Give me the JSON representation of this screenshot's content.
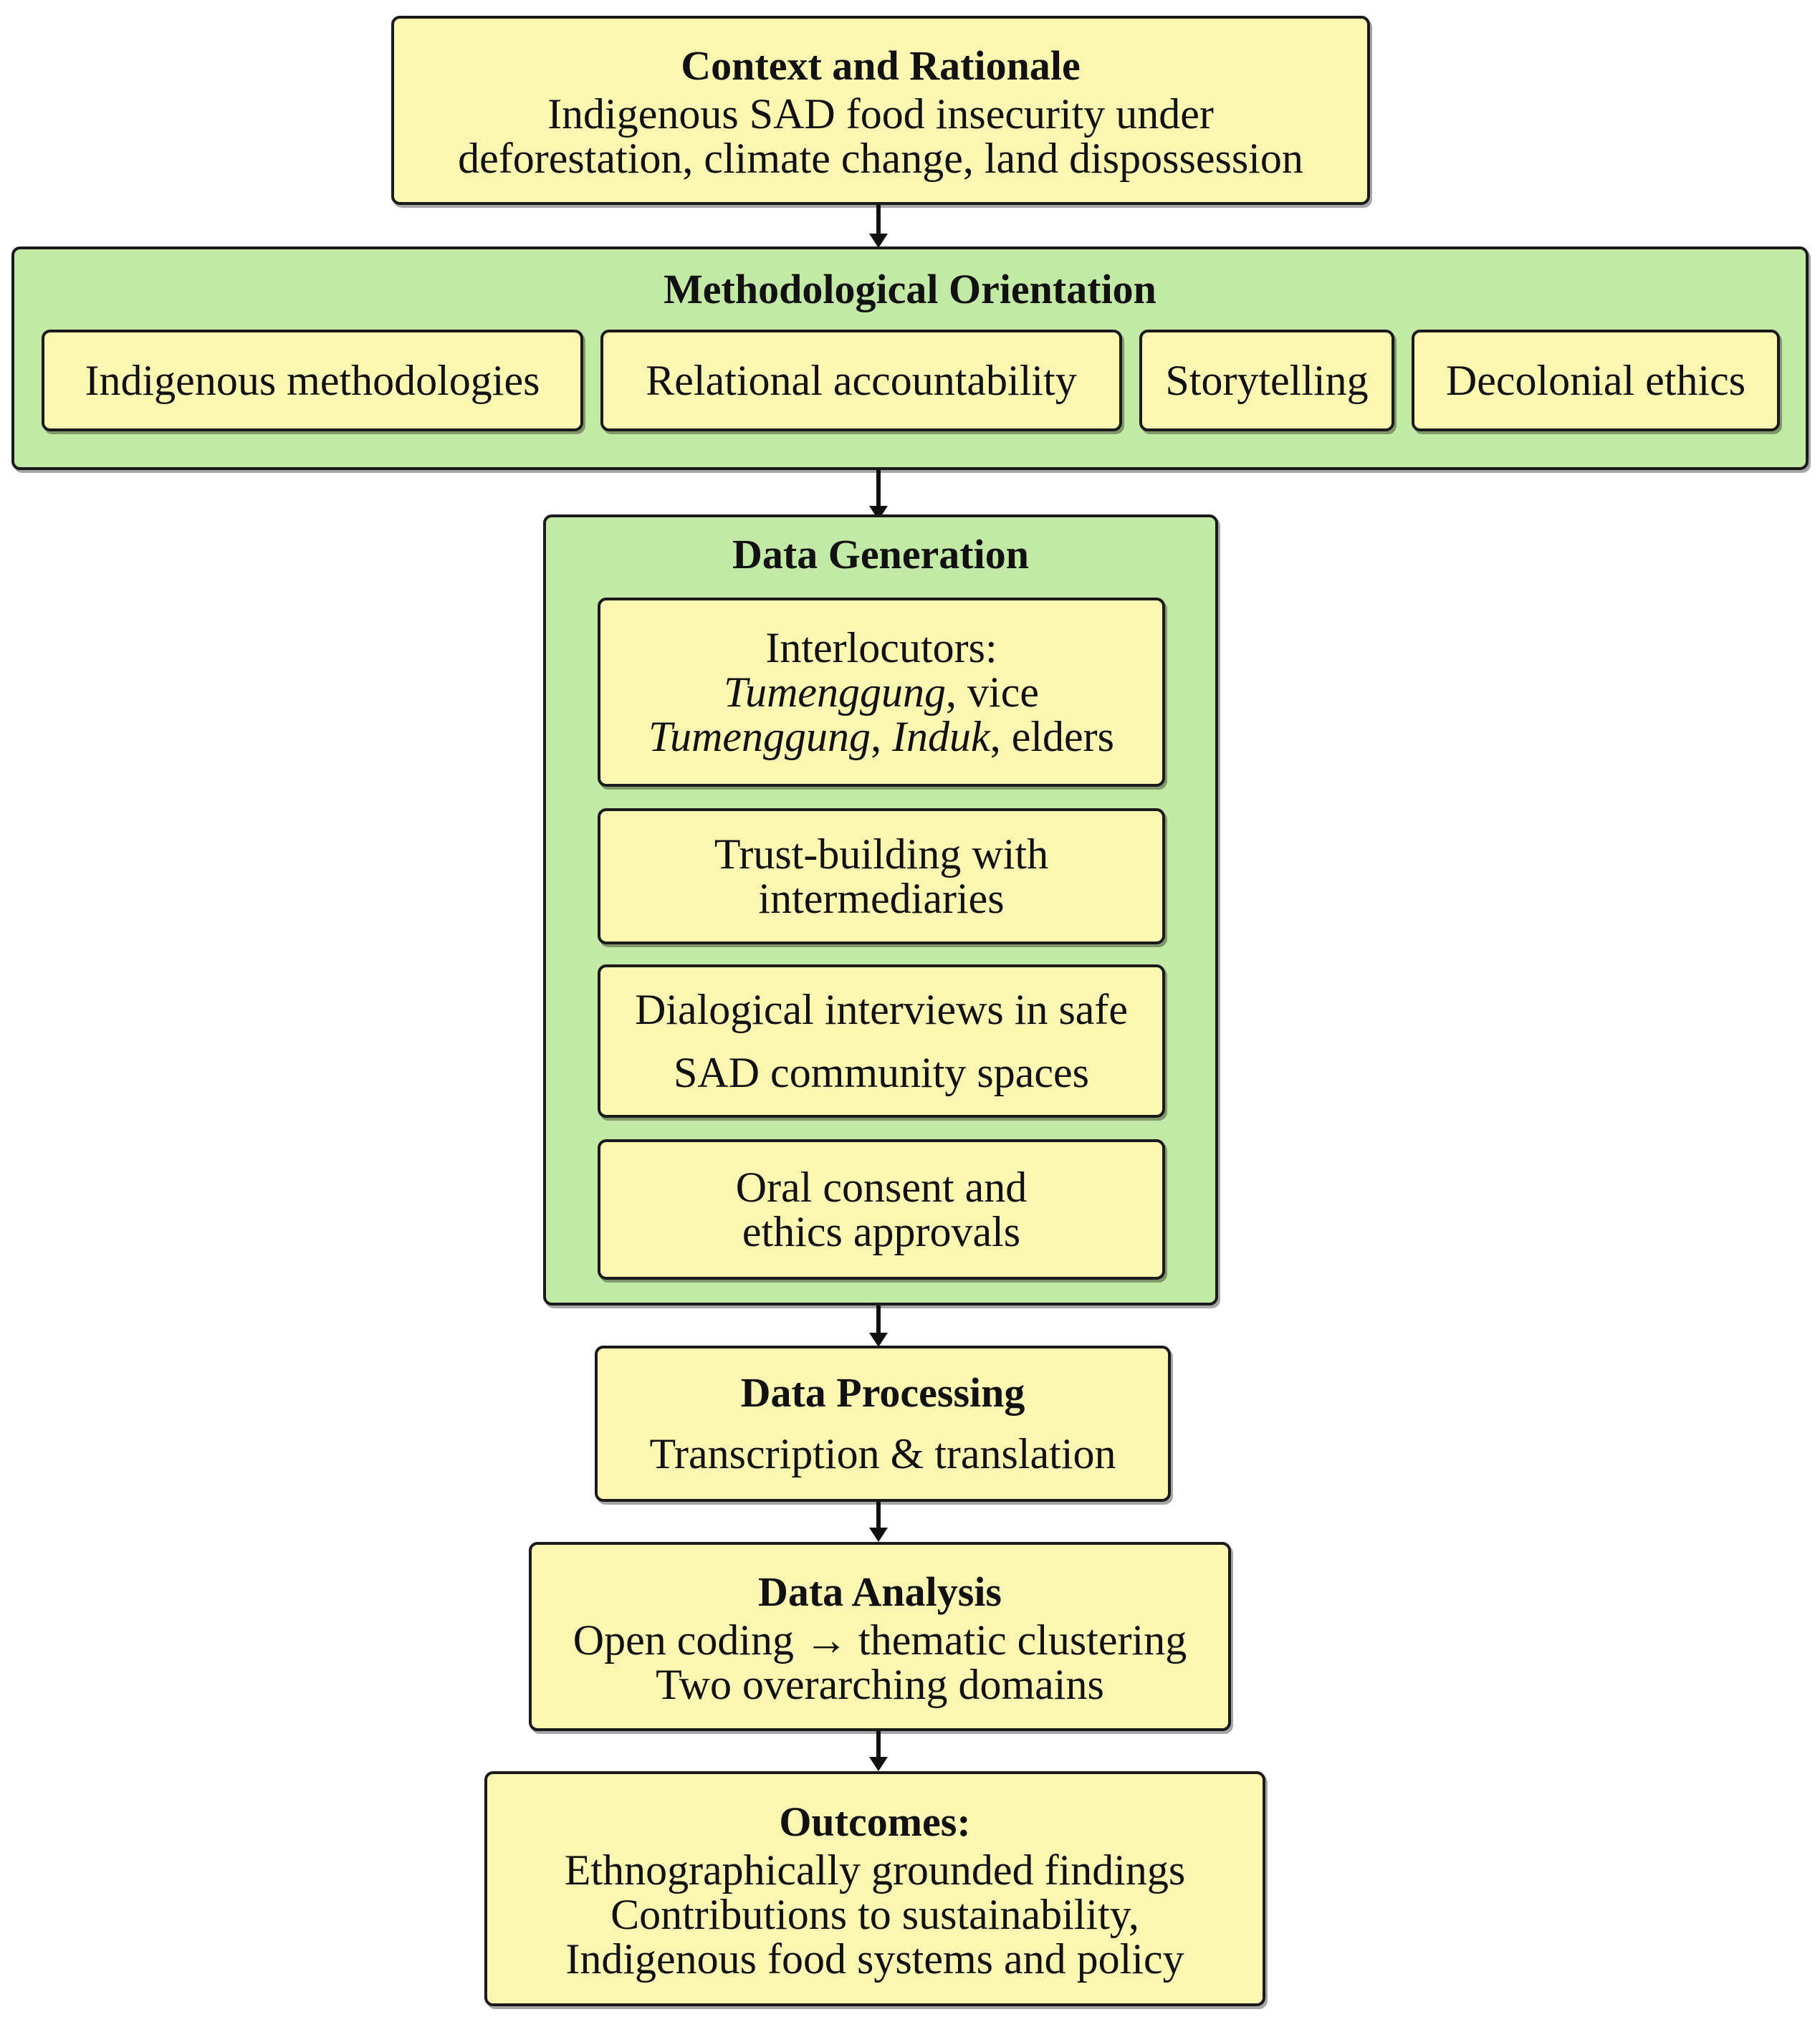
{
  "context": {
    "title": "Context and Rationale",
    "lines": [
      "Indigenous SAD food insecurity under",
      "deforestation, climate change, land dispossession"
    ]
  },
  "methodological_orientation": {
    "title": "Methodological Orientation",
    "items": [
      "Indigenous methodologies",
      "Relational accountability",
      "Storytelling",
      "Decolonial ethics"
    ]
  },
  "data_generation": {
    "title": "Data Generation",
    "interlocutors": {
      "label": "Interlocutors:",
      "term1": "Tumenggung",
      "sep1": ", vice",
      "term2": "Tumenggung",
      "sep2": ", ",
      "term3": "Induk",
      "sep3": ", elders"
    },
    "trust": [
      "Trust-building with",
      "intermediaries"
    ],
    "interviews": [
      "Dialogical interviews in safe",
      "SAD community spaces"
    ],
    "consent": [
      "Oral consent and",
      "ethics approvals"
    ]
  },
  "data_processing": {
    "title": "Data Processing",
    "line": "Transcription & translation"
  },
  "data_analysis": {
    "title": "Data Analysis",
    "lines": [
      "Open coding → thematic clustering",
      "Two overarching domains"
    ]
  },
  "outcomes": {
    "title": "Outcomes:",
    "lines": [
      "Ethnographically grounded findings",
      "Contributions to sustainability,",
      "Indigenous food systems and policy"
    ]
  }
}
